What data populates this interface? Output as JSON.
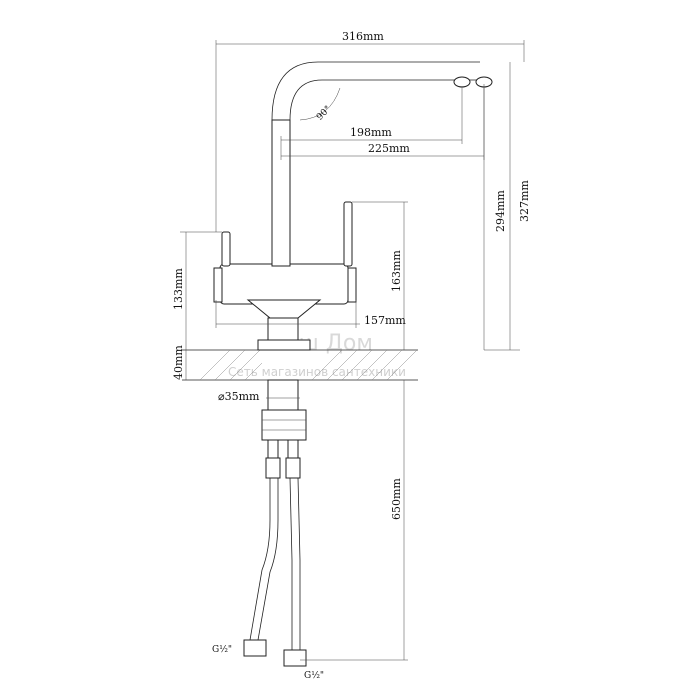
{
  "dimensions": {
    "spout_reach_total": "316mm",
    "spout_angle": "90°",
    "outlet_reach_1": "198mm",
    "outlet_reach_2": "225mm",
    "spout_height": "294mm",
    "total_height": "327mm",
    "body_height": "133mm",
    "handle_height": "163mm",
    "body_width": "157mm",
    "base_thickness": "40mm",
    "shank_diameter": "⌀35mm",
    "hose_length": "650mm",
    "thread_left": "G½\"",
    "thread_right": "G½\""
  },
  "watermark": {
    "title": "Ваш Дом",
    "subtitle": "Сеть магазинов сантехники"
  }
}
